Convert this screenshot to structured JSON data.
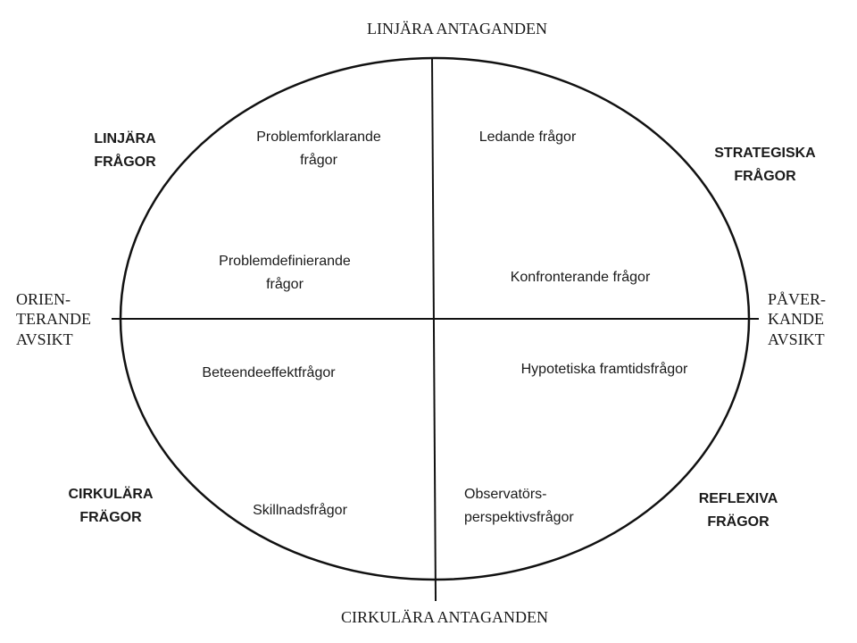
{
  "axes": {
    "top": "LINJÄRA ANTAGANDEN",
    "bottom": "CIRKULÄRA ANTAGANDEN",
    "left": [
      "ORIEN-",
      "TERANDE",
      "AVSIKT"
    ],
    "right": [
      "PÅVER-",
      "KANDE",
      "AVSIKT"
    ]
  },
  "corners": {
    "top_left": [
      "LINJÄRA",
      "FRÅGOR"
    ],
    "top_right": [
      "STRATEGISKA",
      "FRÅGOR"
    ],
    "bottom_left": [
      "CIRKULÄRA",
      "FRÄGOR"
    ],
    "bottom_right": [
      "REFLEXIVA",
      "FRÄGOR"
    ]
  },
  "questions": {
    "problemforklarande": [
      "Problemforklarande",
      "frågor"
    ],
    "problemdefinierande": [
      "Problemdefinierande",
      "frågor"
    ],
    "ledande": "Ledande frågor",
    "konfronterande": "Konfronterande frågor",
    "beteendeeffekt": "Beteendeeffektfrågor",
    "skillnads": "Skillnadsfrågor",
    "hypotetiska": "Hypotetiska framtidsfrågor",
    "observators": [
      "Observatörs-",
      "perspektivsfrågor"
    ]
  }
}
